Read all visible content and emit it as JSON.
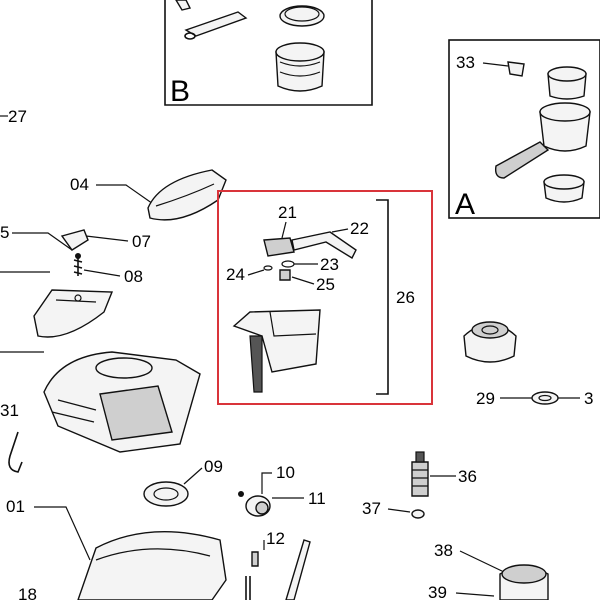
{
  "inset_labels": {
    "b": "B",
    "a": "A"
  },
  "callouts": {
    "c27": "27",
    "c04": "04",
    "c05": "5",
    "c07": "07",
    "c08": "08",
    "c21": "21",
    "c22": "22",
    "c23": "23",
    "c24": "24",
    "c25": "25",
    "c26": "26",
    "c33": "33",
    "c29": "29",
    "c30": "3",
    "c31": "31",
    "c09": "09",
    "c10": "10",
    "c11": "11",
    "c36": "36",
    "c37": "37",
    "c01": "01",
    "c12": "12",
    "c38": "38",
    "c39": "39",
    "c18": "18"
  },
  "colors": {
    "highlight_box": "#d9343a",
    "ink": "#111111"
  }
}
